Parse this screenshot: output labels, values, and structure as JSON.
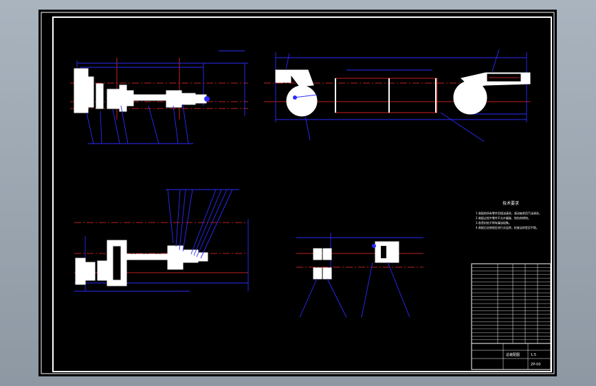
{
  "drawing": {
    "colors": {
      "background": "#000000",
      "outline": "#ffffff",
      "dimension": "#2b2bff",
      "centerline": "#ff2a2a"
    },
    "notes_title": "技术要求",
    "notes_lines": [
      "1.装配前所有零件用煤油清洗，滚动轴承用汽油清洗。",
      "2.装配过程中零件不允许磕碰、划伤和锈蚀。",
      "3.各密封处不得有漏油现象。",
      "4.装配后应按规定进行试运转，检查运转是否平稳。"
    ],
    "parts_table_rows": 22,
    "title_block": {
      "name": "总装配图",
      "scale": "1:5",
      "drawing_no": "ZP-00"
    }
  }
}
